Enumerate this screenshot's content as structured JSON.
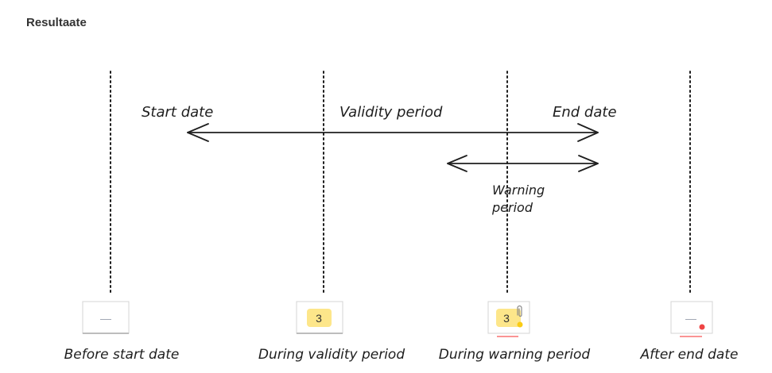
{
  "header": {
    "title": "Resultaate"
  },
  "diagram": {
    "labels": {
      "start_date": "Start date",
      "validity_period": "Validity period",
      "end_date": "End date",
      "warning_line1": "Warning",
      "warning_line2": "period"
    },
    "states": [
      {
        "label": "Before start date",
        "cell": "—"
      },
      {
        "label": "During validity period",
        "cell": "3"
      },
      {
        "label": "During warning period",
        "cell": "3"
      },
      {
        "label": "After end date",
        "cell": "—"
      }
    ],
    "colors": {
      "ink": "#1e1e1e",
      "cell_highlight": "#fde68a",
      "warning_dot": "#facc15",
      "expired_dot": "#ef4444",
      "underline": "#f87171",
      "cell_border": "#d4d4d4"
    },
    "icons": {
      "attachment": "paperclip-icon"
    }
  }
}
